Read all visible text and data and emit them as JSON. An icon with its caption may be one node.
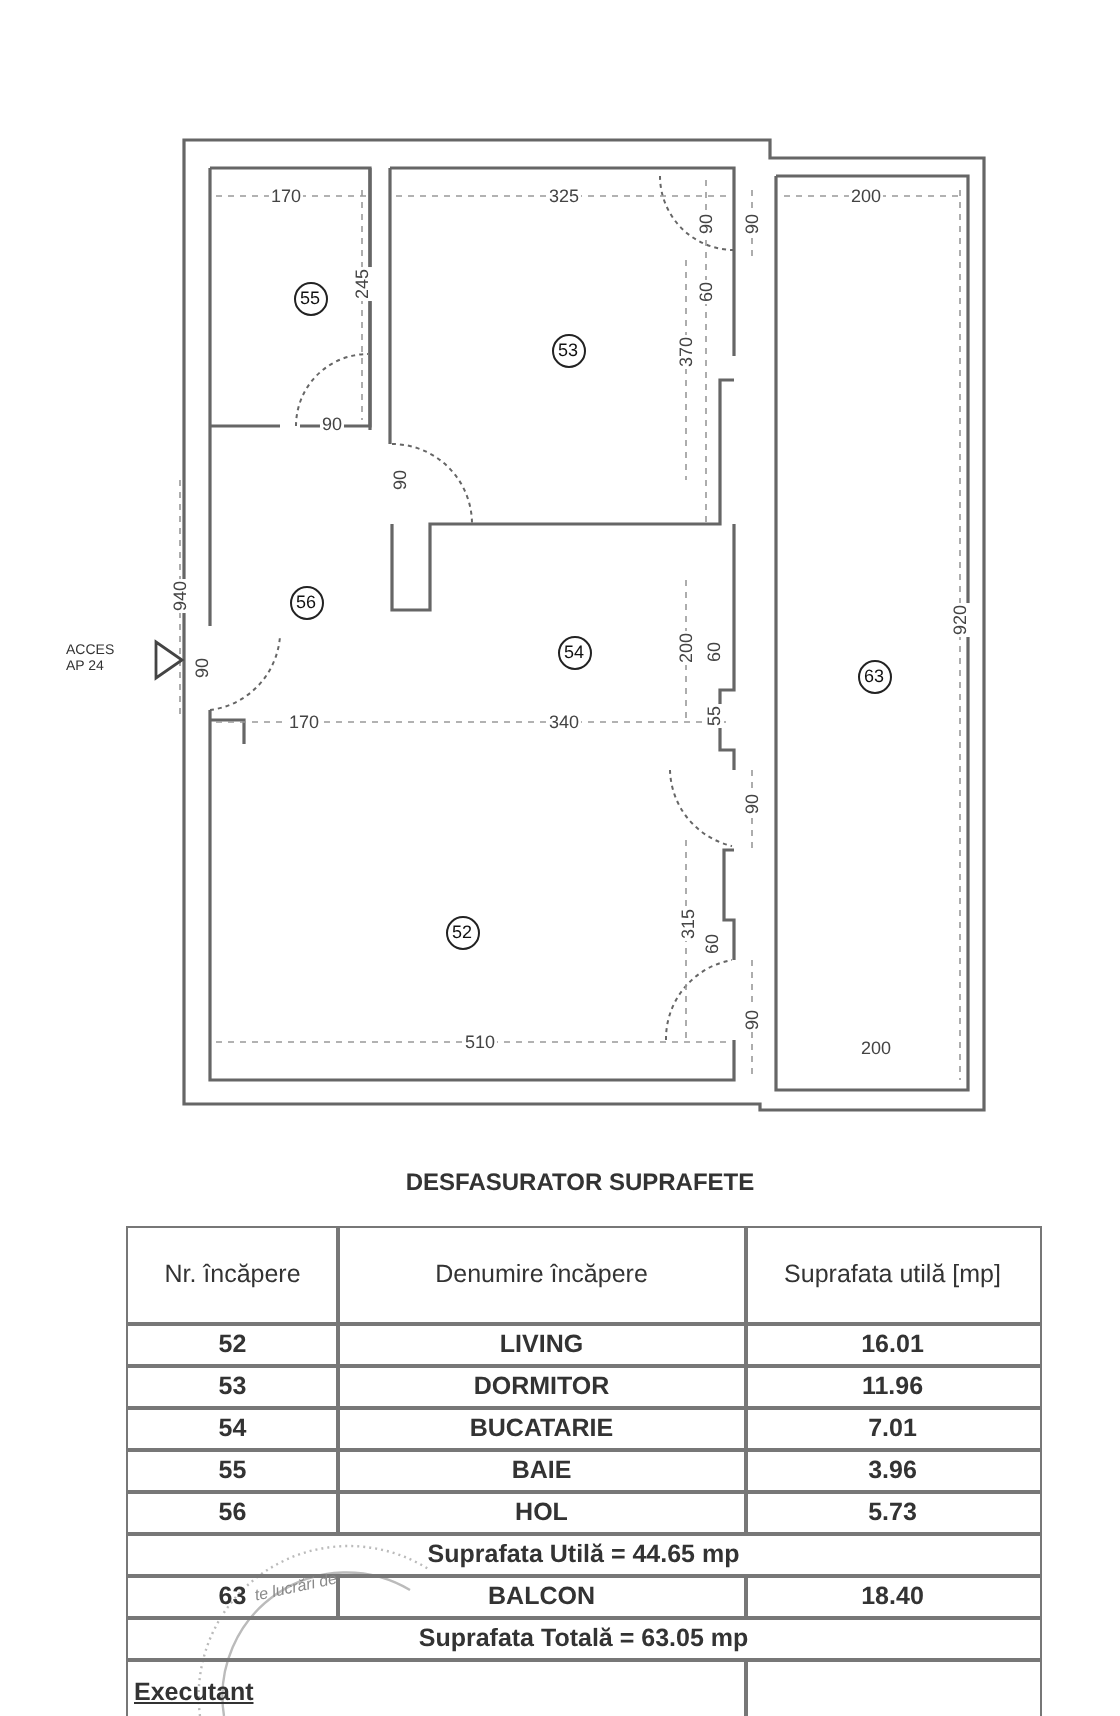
{
  "diagram": {
    "title": "DESFASURATOR SUPRAFETE",
    "nodes": [
      {
        "text": [
          "55"
        ]
      },
      {
        "text": [
          "53"
        ]
      },
      {
        "text": [
          "56"
        ]
      },
      {
        "text": [
          "54"
        ]
      },
      {
        "text": [
          "63"
        ]
      },
      {
        "text": [
          "52"
        ]
      }
    ],
    "labels": [
      "170",
      "325",
      "90",
      "90",
      "200",
      "245",
      "60",
      "370",
      "90",
      "90",
      "940",
      "920",
      "200",
      "60",
      "ACCES AP 24",
      "90",
      "170",
      "340",
      "55",
      "90",
      "315",
      "60",
      "90",
      "510",
      "200",
      "Nr. încăpere",
      "Denumire încăpere",
      "Suprafata utilă [mp]",
      "52",
      "LIVING",
      "16.01",
      "53",
      "DORMITOR",
      "11.96",
      "54",
      "BUCATARIE",
      "7.01",
      "55",
      "BAIE",
      "3.96",
      "56",
      "HOL",
      "5.73",
      "Suprafata Utilă = 44.65 mp",
      "63",
      "BALCON",
      "18.40",
      "Suprafata Totală = 63.05 mp",
      "Executant",
      "te lucrări de"
    ]
  }
}
